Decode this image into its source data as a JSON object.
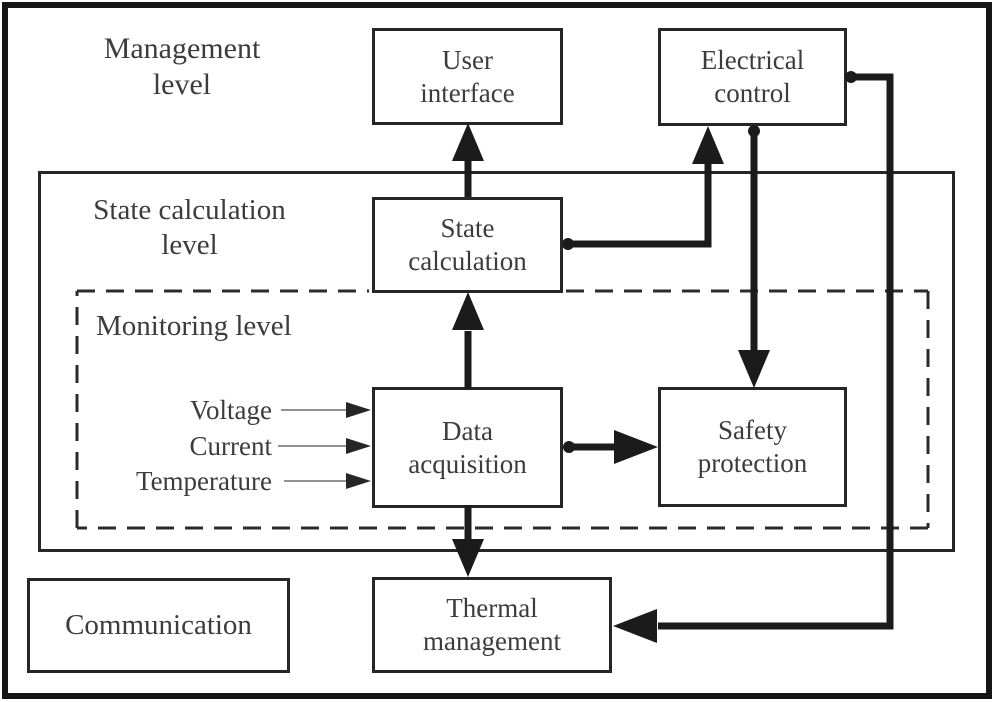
{
  "diagram_type": "block-diagram",
  "colors": {
    "background": "#ffffff",
    "line": "#1b1b1b",
    "box_border": "#262626",
    "text": "#3c3c3c",
    "thin_line": "#6e6e6e"
  },
  "levels": {
    "management": {
      "line1": "Management",
      "line2": "level"
    },
    "state_calculation": {
      "line1": "State calculation",
      "line2": "level"
    },
    "monitoring": {
      "label": "Monitoring level"
    }
  },
  "nodes": {
    "user_interface": {
      "line1": "User",
      "line2": "interface"
    },
    "electrical_control": {
      "line1": "Electrical",
      "line2": "control"
    },
    "state_calculation": {
      "line1": "State",
      "line2": "calculation"
    },
    "data_acquisition": {
      "line1": "Data",
      "line2": "acquisition"
    },
    "safety_protection": {
      "line1": "Safety",
      "line2": "protection"
    },
    "thermal_management": {
      "line1": "Thermal",
      "line2": "management"
    },
    "communication": {
      "label": "Communication"
    }
  },
  "inputs": {
    "voltage": "Voltage",
    "current": "Current",
    "temperature": "Temperature"
  },
  "edges": [
    {
      "from": "state_calculation",
      "to": "user_interface",
      "style": "thick"
    },
    {
      "from": "state_calculation",
      "to": "electrical_control",
      "style": "thick"
    },
    {
      "from": "electrical_control",
      "to": "safety_protection",
      "style": "thick"
    },
    {
      "from": "electrical_control",
      "to": "thermal_management",
      "style": "thick"
    },
    {
      "from": "data_acquisition",
      "to": "state_calculation",
      "style": "thick"
    },
    {
      "from": "data_acquisition",
      "to": "safety_protection",
      "style": "thick"
    },
    {
      "from": "data_acquisition",
      "to": "thermal_management",
      "style": "thick"
    },
    {
      "from": "voltage",
      "to": "data_acquisition",
      "style": "thin"
    },
    {
      "from": "current",
      "to": "data_acquisition",
      "style": "thin"
    },
    {
      "from": "temperature",
      "to": "data_acquisition",
      "style": "thin"
    }
  ]
}
